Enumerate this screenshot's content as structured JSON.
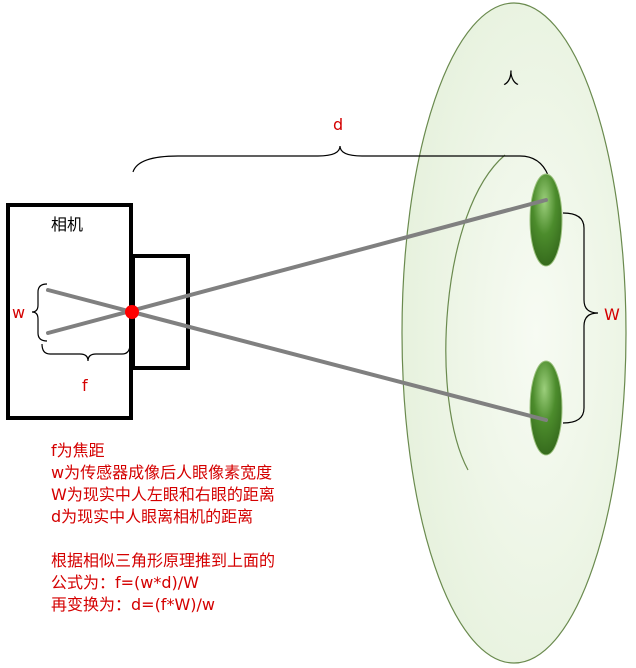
{
  "diagram": {
    "person_label": "人",
    "camera_label": "相机",
    "distance_label": "d",
    "sensor_width_label": "w",
    "focal_length_label": "f",
    "eye_distance_label": "W",
    "colors": {
      "annotation": "#d40000",
      "eye": "#3e7f24",
      "head_fill": "#eef6e8",
      "head_stroke": "#6a8a4e",
      "ray": "#808080",
      "optical_center": "#ff0000"
    }
  },
  "notes": {
    "definitions": [
      "f为焦距",
      "w为传感器成像后人眼像素宽度",
      "W为现实中人左眼和右眼的距离",
      "d为现实中人眼离相机的距离"
    ],
    "derivation": [
      "根据相似三角形原理推到上面的",
      "公式为：f=(w*d)/W",
      "再变换为：d=(f*W)/w"
    ]
  }
}
